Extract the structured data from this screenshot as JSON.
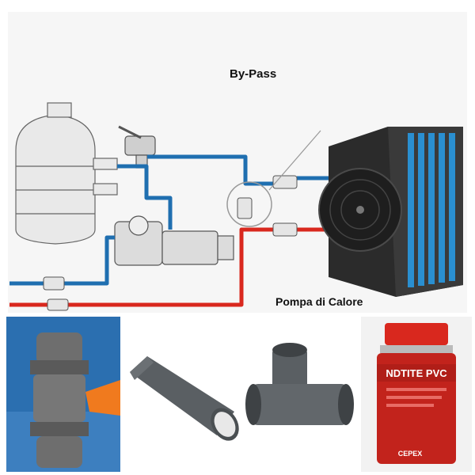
{
  "diagram": {
    "title": "By-Pass",
    "heat_pump_label": "Pompa di Calore",
    "colors": {
      "cold_pipe": "#1f6fb0",
      "hot_pipe": "#d9281e",
      "heat_pump_body": "#2b2b2b",
      "heat_pump_fins": "#2a8fd0"
    }
  },
  "products": {
    "ball_valve": {
      "icon": "pvc-ball-valve"
    },
    "pipe": {
      "icon": "pvc-pipe"
    },
    "tee": {
      "icon": "pvc-tee-fitting"
    },
    "glue": {
      "brand_text": "NDTITE PVC",
      "sub_text": "CEPEX"
    }
  }
}
